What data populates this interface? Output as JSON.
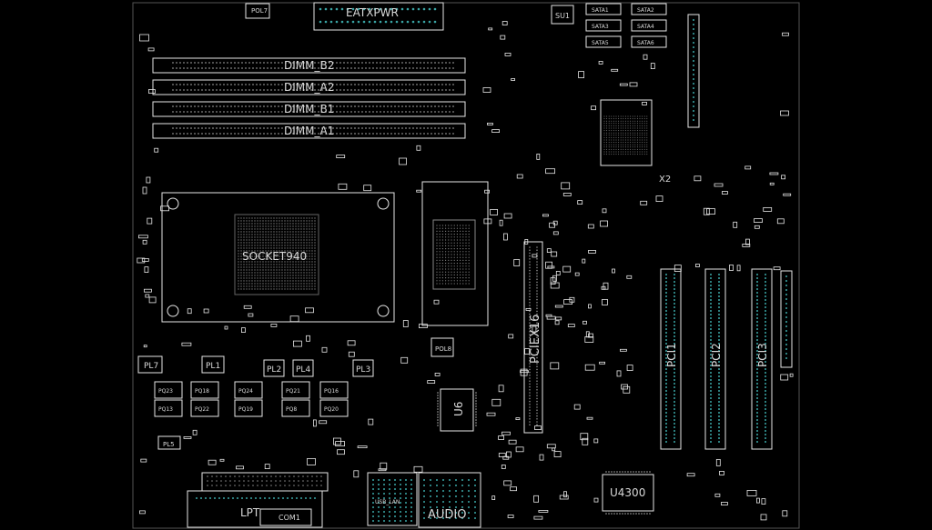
{
  "colors": {
    "background": "#000000",
    "outline": "#e6e6e6",
    "pad": "#3aa6a6",
    "pin": "#8a8a8a"
  },
  "labels": {
    "eatxpwr": "EATXPWR",
    "dimm_b2": "DIMM_B2",
    "dimm_a2": "DIMM_A2",
    "dimm_b1": "DIMM_B1",
    "dimm_a1": "DIMM_A1",
    "socket": "SOCKET940",
    "pciex16": "PCIEX16",
    "pci1": "PCI1",
    "pci2": "PCI2",
    "pci3": "PCI3",
    "u6": "U6",
    "u4300": "U4300",
    "lpt": "LPT",
    "com1": "COM1",
    "audio": "AUDIO",
    "usb_lan": "USB_LAN",
    "x2": "X2",
    "pol8": "POL8",
    "pl7": "PL7",
    "pl1": "PL1",
    "pl2": "PL2",
    "pl4": "PL4",
    "pl3": "PL3",
    "pl5": "PL5",
    "q23": "PQ23",
    "q18": "PQ18",
    "q24": "PQ24",
    "q21": "PQ21",
    "q16": "PQ16",
    "q13": "PQ13",
    "q22": "PQ22",
    "q19": "PQ19",
    "q8": "PQ8",
    "q20": "PQ20",
    "sata1": "SATA1",
    "sata2": "SATA2",
    "sata3": "SATA3",
    "sata4": "SATA4",
    "sata5": "SATA5",
    "sata6": "SATA6",
    "su1": "SU1",
    "pol7": "POL7",
    "u4300b": "U4300"
  }
}
